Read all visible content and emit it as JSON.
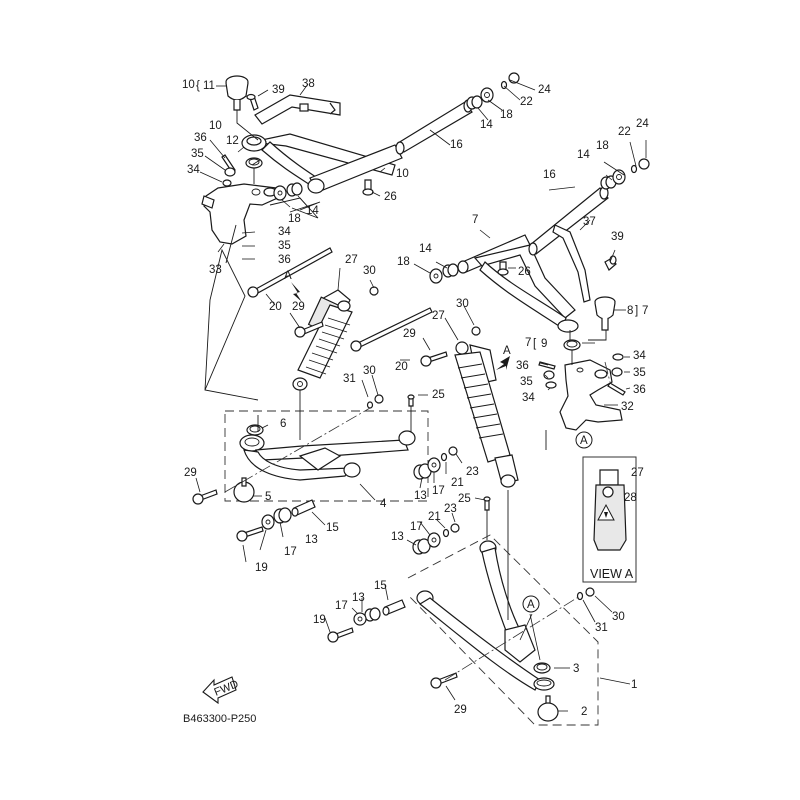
{
  "diagram": {
    "title_code": "B463300-P250",
    "fwd_label": "FWD",
    "view_label": "VIEW A",
    "view_marker": "A",
    "callouts": {
      "c10a": "10",
      "c11": "11",
      "c39a": "39",
      "c38": "38",
      "c24a": "24",
      "c22a": "22",
      "c18a": "18",
      "c14a": "14",
      "c16a": "16",
      "c10b": "10",
      "c12": "12",
      "c36a": "36",
      "c35a": "35",
      "c34a": "34",
      "c10c": "10",
      "c26a": "26",
      "c18b": "18",
      "c14b": "14",
      "c33": "33",
      "c34b": "34",
      "c35b": "35",
      "c36b": "36",
      "c20a": "20",
      "c14c": "14",
      "c18c": "18",
      "c22b": "22",
      "c24b": "24",
      "c16b": "16",
      "c7a": "7",
      "c37": "37",
      "c39b": "39",
      "c14d": "14",
      "c18d": "18",
      "c26b": "26",
      "c8": "8",
      "c7b": "7",
      "c7c": "7",
      "c9": "9",
      "c27a": "27",
      "c30a": "30",
      "c29a": "29",
      "c20b": "20",
      "c30b": "30",
      "c27b": "27",
      "c29b": "29",
      "c36c": "36",
      "c35c": "35",
      "c34c": "34",
      "c34d": "34",
      "c35d": "35",
      "c36d": "36",
      "c32": "32",
      "c31a": "31",
      "c30c": "30",
      "c25a": "25",
      "c6": "6",
      "c29c": "29",
      "c5": "5",
      "c4": "4",
      "c15a": "15",
      "c13a": "13",
      "c17a": "17",
      "c19a": "19",
      "c13b": "13",
      "c17b": "17",
      "c21a": "21",
      "c23a": "23",
      "c25b": "25",
      "c23b": "23",
      "c21b": "21",
      "c17c": "17",
      "c13c": "13",
      "c27c": "27",
      "c28": "28",
      "c15b": "15",
      "c13d": "13",
      "c17d": "17",
      "c19b": "19",
      "c30d": "30",
      "c31b": "31",
      "c3": "3",
      "c1": "1",
      "c2": "2",
      "c29d": "29",
      "markerA1": "A",
      "markerA2": "A",
      "arrowA1": "A",
      "arrowA2": "A"
    }
  }
}
